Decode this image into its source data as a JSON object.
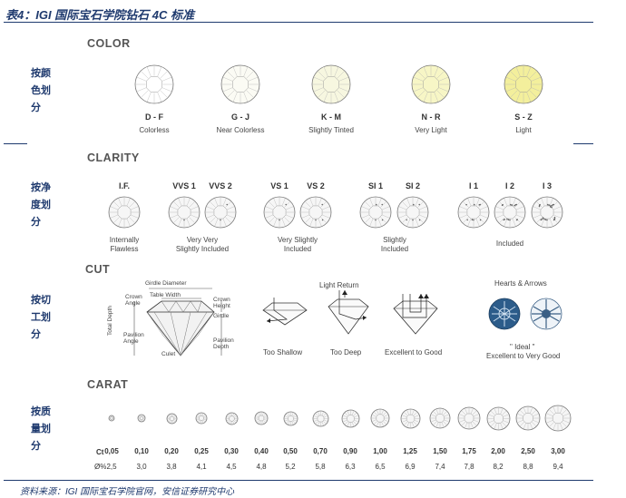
{
  "title": "表4：IGI 国际宝石学院钻石 4C 标准",
  "source": "资料来源：IGI 国际宝石学院官网，安信证券研究中心",
  "color": {
    "heading": "COLOR",
    "label": [
      "按颜",
      "色划",
      "分"
    ],
    "grades": [
      {
        "grade": "D - F",
        "desc": "Colorless",
        "fill": "#ffffff"
      },
      {
        "grade": "G - J",
        "desc": "Near Colorless",
        "fill": "#fbfbf4"
      },
      {
        "grade": "K - M",
        "desc": "Slightly Tinted",
        "fill": "#f7f7e0"
      },
      {
        "grade": "N - R",
        "desc": "Very Light",
        "fill": "#f7f6c6"
      },
      {
        "grade": "S - Z",
        "desc": "Light",
        "fill": "#f3ef9c"
      }
    ]
  },
  "clarity": {
    "heading": "CLARITY",
    "label": [
      "按净",
      "度划",
      "分"
    ],
    "grades": [
      "I.F.",
      "VVS 1",
      "VVS 2",
      "VS 1",
      "VS 2",
      "SI 1",
      "SI 2",
      "I 1",
      "I 2",
      "I 3"
    ],
    "groups": [
      {
        "l1": "Internally",
        "l2": "Flawless"
      },
      {
        "l1": "Very Very",
        "l2": "Slightly Included"
      },
      {
        "l1": "Very Slightly",
        "l2": "Included"
      },
      {
        "l1": "Slightly",
        "l2": "Included"
      },
      {
        "l1": "Included",
        "l2": ""
      }
    ]
  },
  "cut": {
    "heading": "CUT",
    "label": [
      "按切",
      "工划",
      "分"
    ],
    "diagram": {
      "girdle_diameter": "Girdle Diameter",
      "table_width": "Table Width",
      "crown_angle_1": "Crown",
      "crown_angle_2": "Angle",
      "crown_height_1": "Crown",
      "crown_height_2": "Height",
      "girdle": "Girdle",
      "total_depth": "Total Depth",
      "pavilion_angle_1": "Pavilion",
      "pavilion_angle_2": "Angle",
      "pavilion_depth_1": "Pavilion",
      "pavilion_depth_2": "Depth",
      "culet": "Culet"
    },
    "light_return": "Light Return",
    "too_shallow": "Too Shallow",
    "too_deep": "Too Deep",
    "excellent_good": "Excellent to Good",
    "hearts_arrows": "Hearts & Arrows",
    "ideal": "\" Ideal \"",
    "ideal_desc": "Excellent to Very Good"
  },
  "carat": {
    "heading": "CARAT",
    "label": [
      "按质",
      "量划",
      "分"
    ],
    "ct_label": "Ct",
    "mm_label": "Ø%",
    "ct": [
      "0,05",
      "0,10",
      "0,20",
      "0,25",
      "0,30",
      "0,40",
      "0,50",
      "0,70",
      "0,90",
      "1,00",
      "1,25",
      "1,50",
      "1,75",
      "2,00",
      "2,50",
      "3,00"
    ],
    "mm": [
      "2,5",
      "3,0",
      "3,8",
      "4,1",
      "4,5",
      "4,8",
      "5,2",
      "5,8",
      "6,3",
      "6,5",
      "6,9",
      "7,4",
      "7,8",
      "8,2",
      "8,8",
      "9,4"
    ]
  }
}
